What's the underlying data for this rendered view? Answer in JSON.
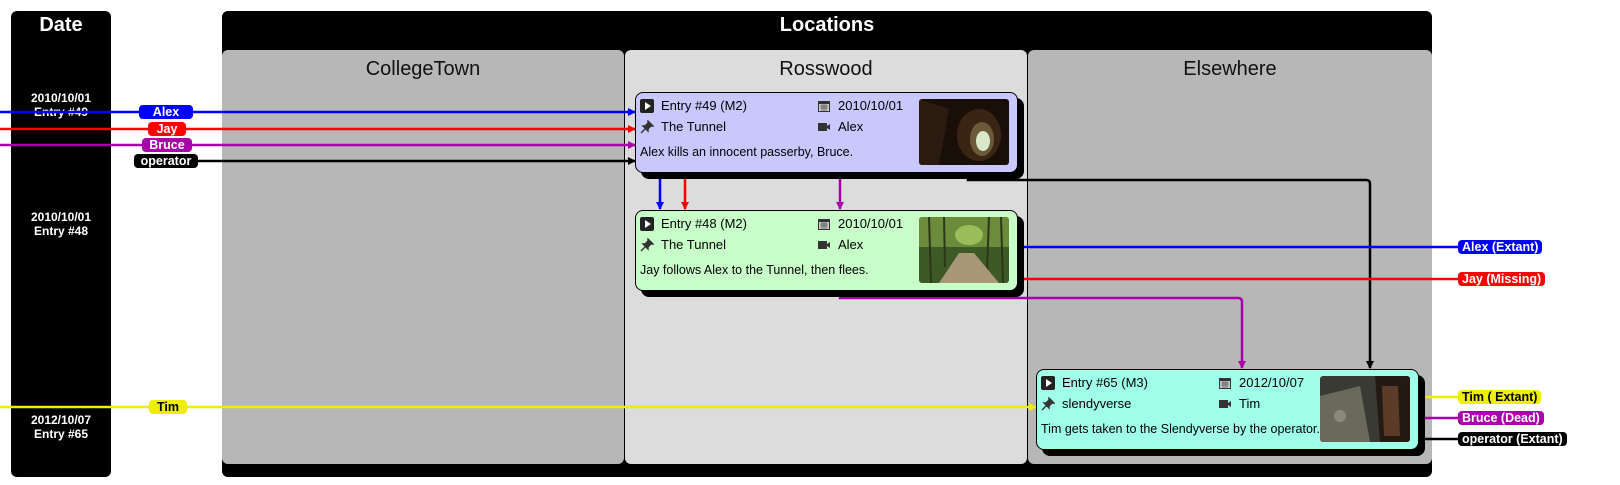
{
  "date_header": "Date",
  "locations_header": "Locations",
  "columns": [
    "CollegeTown",
    "Rosswood",
    "Elsewhere"
  ],
  "dates": [
    {
      "date": "2010/10/01",
      "entry": "Entry #49"
    },
    {
      "date": "2010/10/01",
      "entry": "Entry #48"
    },
    {
      "date": "2012/10/07",
      "entry": "Entry #65"
    }
  ],
  "entries": [
    {
      "title": "Entry #49 (M2)",
      "date": "2010/10/01",
      "place": "The Tunnel",
      "camera": "Alex",
      "desc": "Alex kills an innocent passerby, Bruce.",
      "bg": "#c8c8ff"
    },
    {
      "title": "Entry #48 (M2)",
      "date": "2010/10/01",
      "place": "The Tunnel",
      "camera": "Alex",
      "desc": "Jay follows Alex to the Tunnel, then flees.",
      "bg": "#c8ffc8"
    },
    {
      "title": "Entry #65 (M3)",
      "date": "2012/10/07",
      "place": "slendyverse",
      "camera": "Tim",
      "desc": "Tim gets taken to the Slendyverse by the operator.",
      "bg": "#a0ffe8"
    }
  ],
  "character_labels": [
    {
      "name": "Alex",
      "color": "#0000ff",
      "text_color": "#ffffff"
    },
    {
      "name": "Jay",
      "color": "#ff0000",
      "text_color": "#ffffff"
    },
    {
      "name": "Bruce",
      "color": "#aa00aa",
      "text_color": "#ffffff"
    },
    {
      "name": "operator",
      "color": "#000000",
      "text_color": "#ffffff"
    },
    {
      "name": "Tim",
      "color": "#eeee00",
      "text_color": "#000000"
    }
  ],
  "end_labels": [
    {
      "text": "Alex (Extant)",
      "color": "#0000ff",
      "text_color": "#ffffff"
    },
    {
      "text": "Jay (Missing)",
      "color": "#ff0000",
      "text_color": "#ffffff"
    },
    {
      "text": "Tim ( Extant)",
      "color": "#eeee00",
      "text_color": "#000000"
    },
    {
      "text": "Bruce (Dead)",
      "color": "#aa00aa",
      "text_color": "#ffffff"
    },
    {
      "text": "operator (Extant)",
      "color": "#000000",
      "text_color": "#ffffff"
    }
  ],
  "icons": [
    "play-icon",
    "calendar-icon",
    "pin-icon",
    "camera-icon"
  ]
}
